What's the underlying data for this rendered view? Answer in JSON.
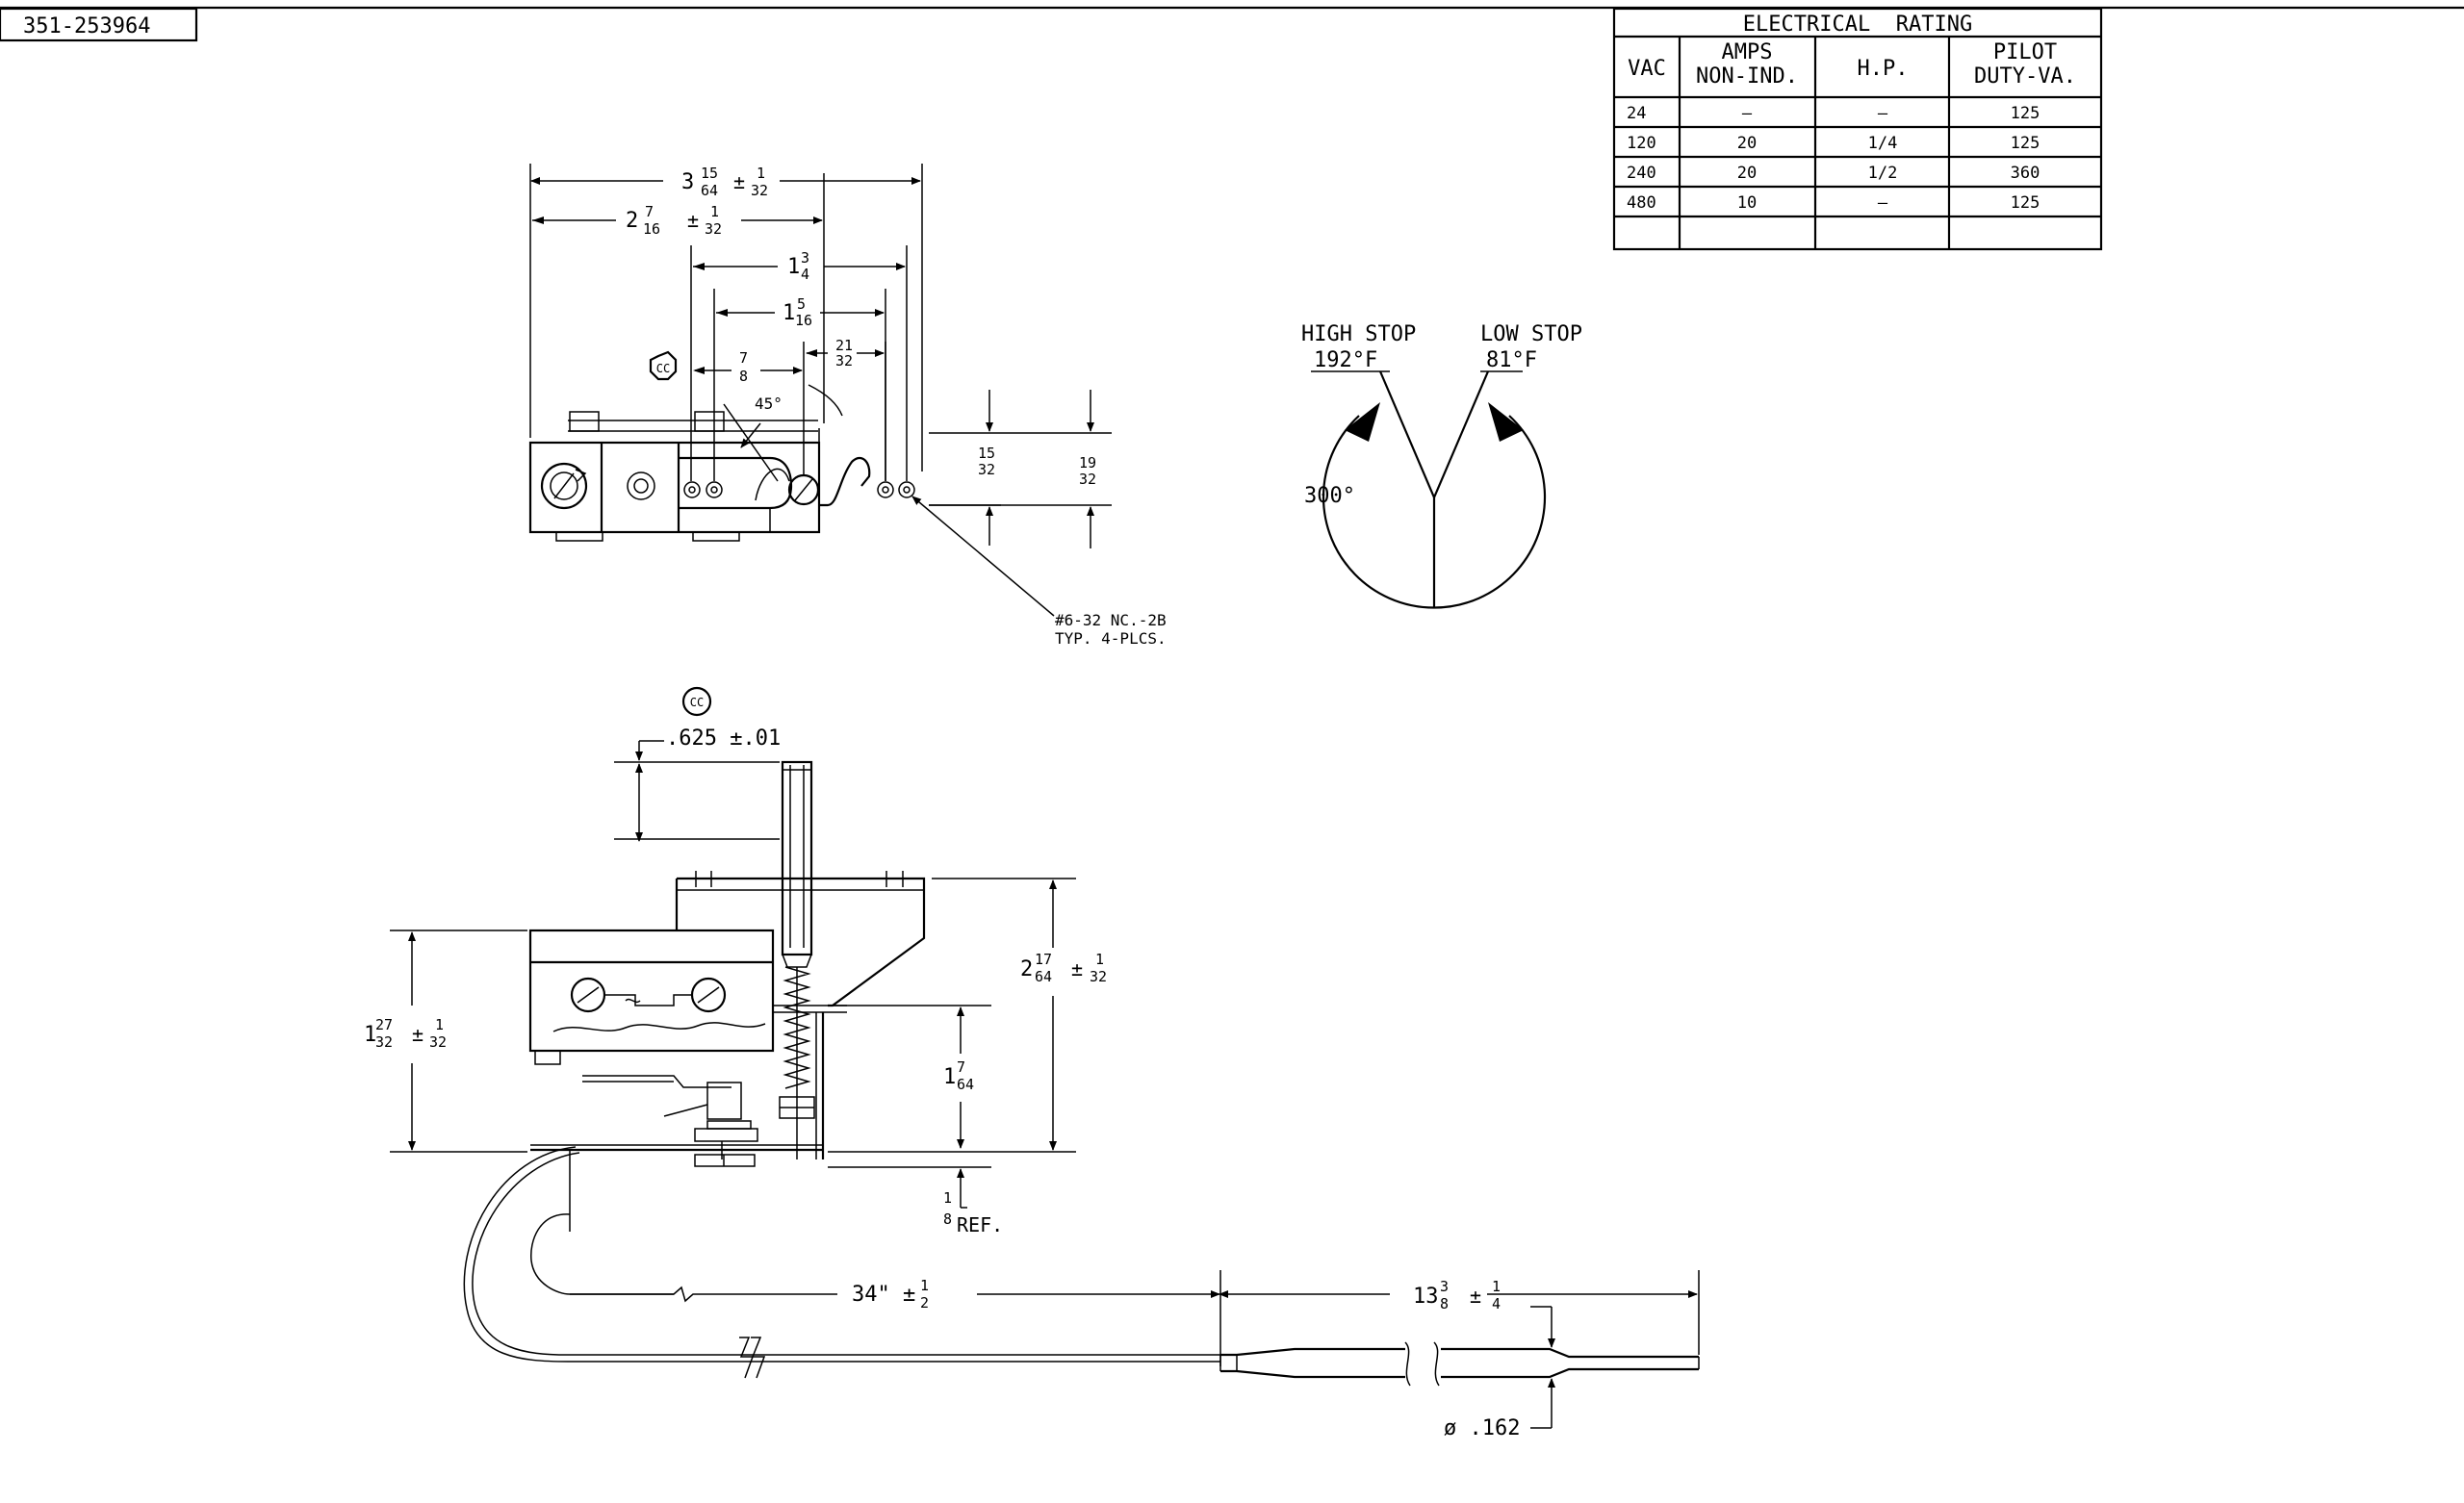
{
  "part_number": "351-253964",
  "rating_table": {
    "title": "ELECTRICAL  RATING",
    "headers": [
      {
        "lines": [
          "VAC"
        ]
      },
      {
        "lines": [
          "AMPS",
          "NON-IND."
        ]
      },
      {
        "lines": [
          "H.P."
        ]
      },
      {
        "lines": [
          "PILOT",
          "DUTY-VA."
        ]
      }
    ],
    "rows": [
      [
        "24",
        "—",
        "—",
        "125"
      ],
      [
        "120",
        "20",
        "1/4",
        "125"
      ],
      [
        "240",
        "20",
        "1/2",
        "360"
      ],
      [
        "480",
        "10",
        "—",
        "125"
      ],
      [
        "",
        "",
        "",
        ""
      ]
    ]
  },
  "dial": {
    "high_stop_label": "HIGH STOP",
    "high_stop_temp": "192°F",
    "low_stop_label": "LOW STOP",
    "low_stop_temp": "81°F",
    "rotation": "300°"
  },
  "top_view": {
    "overall": {
      "whole": "3",
      "num": "15",
      "den": "64",
      "tol": "±",
      "tol_num": "1",
      "tol_den": "32"
    },
    "dim_2": {
      "whole": "2",
      "num": "7",
      "den": "16",
      "tol": "±",
      "tol_num": "1",
      "tol_den": "32"
    },
    "dim_3": {
      "whole": "1",
      "num": "3",
      "den": "4"
    },
    "dim_4": {
      "whole": "1",
      "num": "5",
      "den": "16"
    },
    "dim_5": {
      "num": "7",
      "den": "8"
    },
    "dim_6": {
      "num": "21",
      "den": "32"
    },
    "angle": "45°",
    "height_a": {
      "num": "15",
      "den": "32"
    },
    "height_b": {
      "num": "19",
      "den": "32"
    },
    "thread_note_1": "#6-32 NC.-2B",
    "thread_note_2": "TYP. 4-PLCS.",
    "cc_mark": "CC"
  },
  "side_view": {
    "stem": ".625 ±.01",
    "height_left": {
      "whole": "1",
      "num": "27",
      "den": "32",
      "tol": "±",
      "tol_num": "1",
      "tol_den": "32"
    },
    "height_right": {
      "whole": "2",
      "num": "17",
      "den": "64",
      "tol": "±",
      "tol_num": "1",
      "tol_den": "32"
    },
    "height_mid": {
      "whole": "1",
      "num": "7",
      "den": "64"
    },
    "ref": {
      "num": "1",
      "den": "8",
      "suffix": "REF."
    },
    "capillary": {
      "main": "34\" ±",
      "num": "1",
      "den": "2"
    },
    "bulb": {
      "whole": "13",
      "num": "3",
      "den": "8",
      "tol": "±",
      "tol_num": "1",
      "tol_den": "4"
    },
    "bulb_dia": "ø .162",
    "cc_mark": "CC"
  }
}
